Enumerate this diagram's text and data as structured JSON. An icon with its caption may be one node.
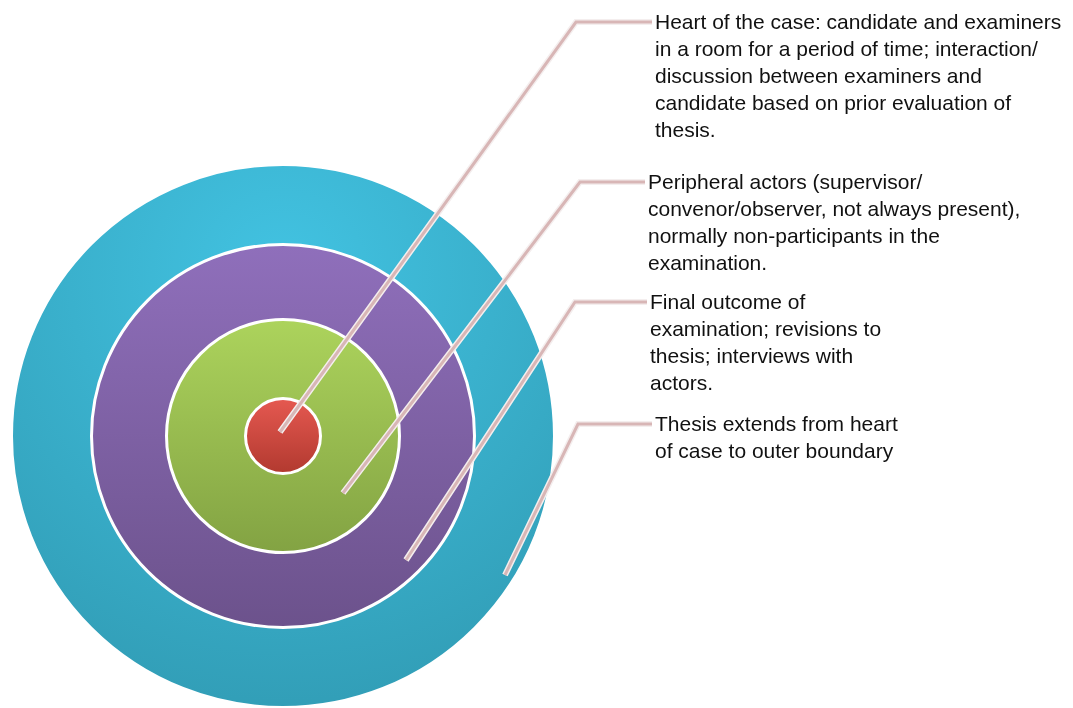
{
  "diagram": {
    "nodes": [
      {
        "text": [],
        "shape": "circle"
      },
      {
        "text": [],
        "shape": "circle",
        "in": 0
      },
      {
        "text": [],
        "shape": "circle",
        "in": 1
      },
      {
        "text": [],
        "shape": "circle",
        "in": 2
      },
      {
        "text": [
          "Heart of the case: candidate and examiners in a room for a period of time; interaction/ discussion between examiners and candidate based on prior evaluation of thesis."
        ]
      },
      {
        "text": [
          "Peripheral actors (supervisor/ convenor/observer, not always present), normally non-participants in the examination."
        ]
      },
      {
        "text": [
          "Final outcome of examination; revisions to thesis; interviews with actors."
        ]
      },
      {
        "text": [
          "Thesis extends from heart of case to outer boundary"
        ]
      }
    ],
    "edges": [
      {
        "from": 4,
        "to": 3,
        "arrow": "none"
      },
      {
        "from": 5,
        "to": 2,
        "arrow": "none"
      },
      {
        "from": 6,
        "to": 1,
        "arrow": "none"
      },
      {
        "from": 7,
        "to": 0,
        "arrow": "none"
      }
    ]
  }
}
